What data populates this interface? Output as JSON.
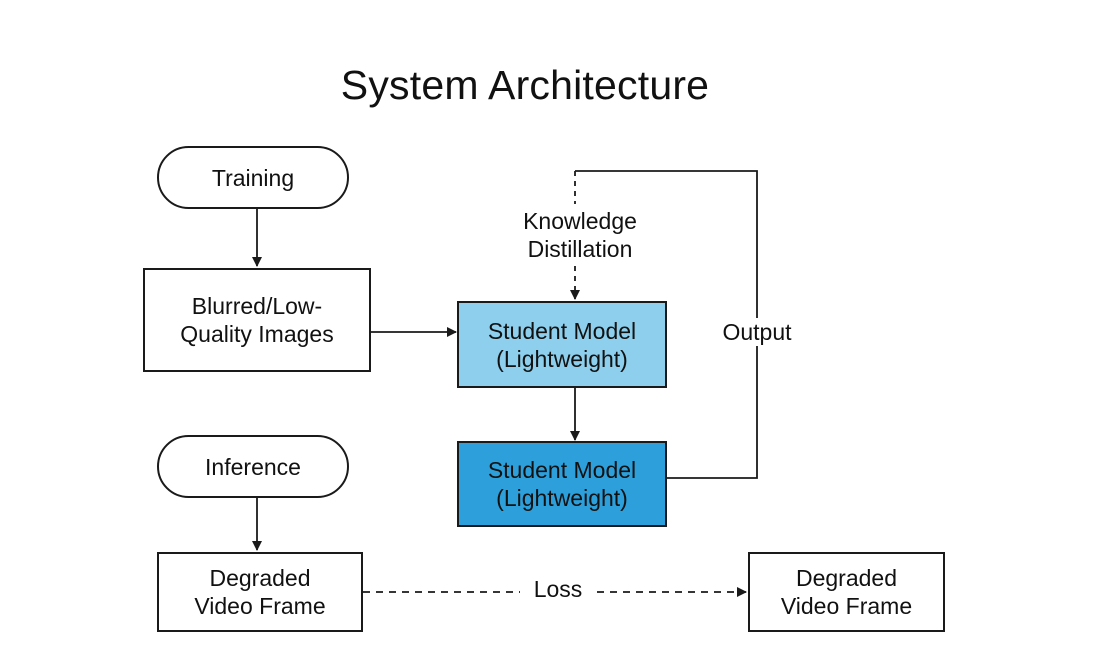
{
  "title": "System Architecture",
  "nodes": {
    "training": {
      "label": "Training"
    },
    "inference": {
      "label": "Inference"
    },
    "blurred_images": {
      "lines": [
        "Blurred/Low-",
        "Quality Images"
      ]
    },
    "student_model_1": {
      "lines": [
        "Student Model",
        "(Lightweight)"
      ],
      "fill": "#8dcfec"
    },
    "student_model_2": {
      "lines": [
        "Student Model",
        "(Lightweight)"
      ],
      "fill": "#2da0dc"
    },
    "degraded_frame_left": {
      "lines": [
        "Degraded",
        "Video Frame"
      ]
    },
    "degraded_frame_right": {
      "lines": [
        "Degraded",
        "Video Frame"
      ]
    }
  },
  "edge_labels": {
    "knowledge_distillation": {
      "lines": [
        "Knowledge",
        "Distillation"
      ]
    },
    "output": {
      "label": "Output"
    },
    "loss": {
      "label": "Loss"
    }
  }
}
